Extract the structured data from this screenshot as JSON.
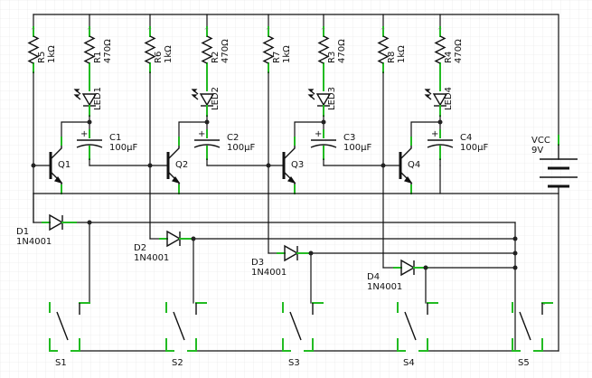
{
  "resistors": [
    {
      "ref": "R5",
      "value": "1kΩ"
    },
    {
      "ref": "R1",
      "value": "470Ω"
    },
    {
      "ref": "R6",
      "value": "1kΩ"
    },
    {
      "ref": "R2",
      "value": "470Ω"
    },
    {
      "ref": "R7",
      "value": "1kΩ"
    },
    {
      "ref": "R3",
      "value": "470Ω"
    },
    {
      "ref": "R8",
      "value": "1kΩ"
    },
    {
      "ref": "R4",
      "value": "470Ω"
    }
  ],
  "leds": [
    "LED1",
    "LED2",
    "LED3",
    "LED4"
  ],
  "capacitors": [
    {
      "ref": "C1",
      "value": "100μF"
    },
    {
      "ref": "C2",
      "value": "100μF"
    },
    {
      "ref": "C3",
      "value": "100μF"
    },
    {
      "ref": "C4",
      "value": "100μF"
    }
  ],
  "transistors": [
    "Q1",
    "Q2",
    "Q3",
    "Q4"
  ],
  "diodes": [
    {
      "ref": "D1",
      "value": "1N4001"
    },
    {
      "ref": "D2",
      "value": "1N4001"
    },
    {
      "ref": "D3",
      "value": "1N4001"
    },
    {
      "ref": "D4",
      "value": "1N4001"
    }
  ],
  "switches": [
    "S1",
    "S2",
    "S3",
    "S4",
    "S5"
  ],
  "supply": {
    "ref": "VCC",
    "value": "9V"
  },
  "polarity_mark": "+",
  "pin_mark": "~"
}
